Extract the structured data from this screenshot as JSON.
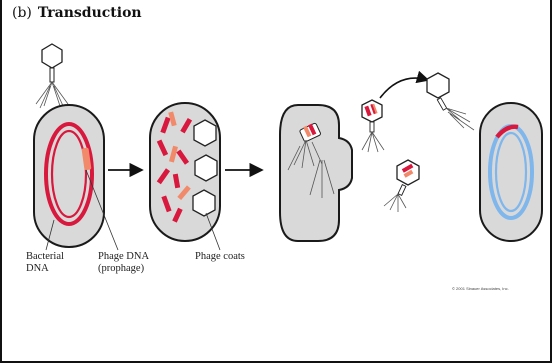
{
  "figure": {
    "part_label": "(b)",
    "title": "Transduction"
  },
  "labels": {
    "bacterial_dna_line1": "Bacterial",
    "bacterial_dna_line2": "DNA",
    "phage_dna_line1": "Phage DNA",
    "phage_dna_line2": "(prophage)",
    "phage_coats": "Phage coats"
  },
  "copyright": "© 2001 Sinauer Associates, Inc.",
  "colors": {
    "cell_fill": "#d9d9d9",
    "cell_outline": "#1a1a1a",
    "bacterial_dna": "#d8183c",
    "phage_dna": "#f08a6a",
    "recombinant_dna": "#7fb6ec"
  }
}
